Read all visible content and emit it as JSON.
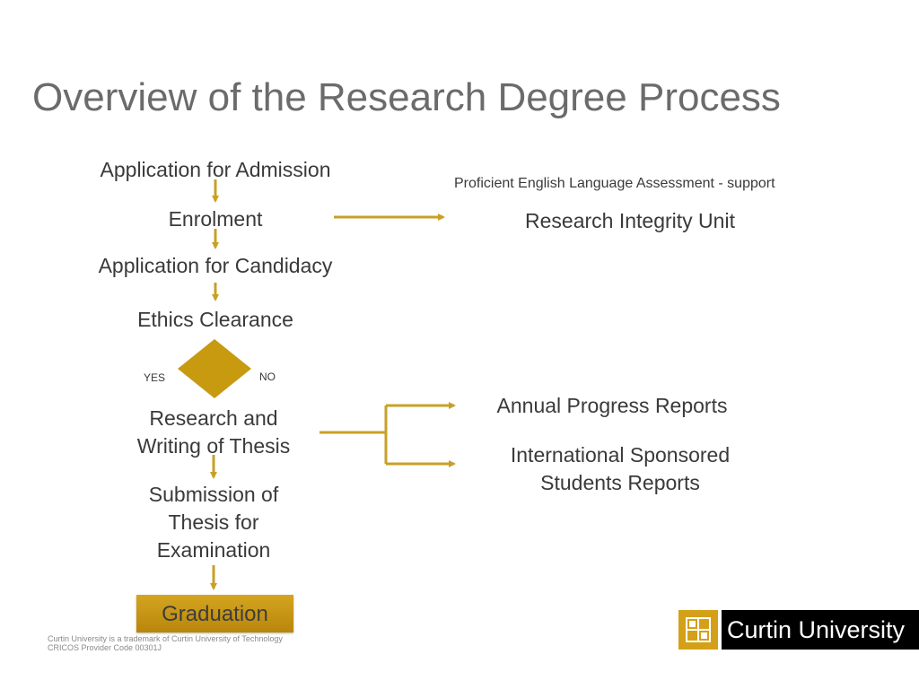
{
  "title": "Overview of the Research Degree Process",
  "steps": {
    "application": "Application for Admission",
    "enrolment": "Enrolment",
    "candidacy": "Application for Candidacy",
    "ethics": "Ethics Clearance",
    "research_line1": "Research and",
    "research_line2": "Writing of Thesis",
    "submission_line1": "Submission of",
    "submission_line2": "Thesis for",
    "submission_line3": "Examination",
    "graduation": "Graduation"
  },
  "decision": {
    "yes": "YES",
    "no": "NO"
  },
  "right": {
    "english_note": "Proficient English Language Assessment - support",
    "integrity": "Research Integrity Unit",
    "annual": "Annual Progress Reports",
    "intl_line1": "International Sponsored",
    "intl_line2": "Students Reports"
  },
  "footer": {
    "line1": "Curtin University is a trademark of Curtin University of Technology",
    "line2": "CRICOS Provider Code 00301J"
  },
  "logo": {
    "text": "Curtin University"
  },
  "colors": {
    "accent": "#c8a028",
    "diamond": "#c89a10",
    "title": "#6b6b6b"
  }
}
